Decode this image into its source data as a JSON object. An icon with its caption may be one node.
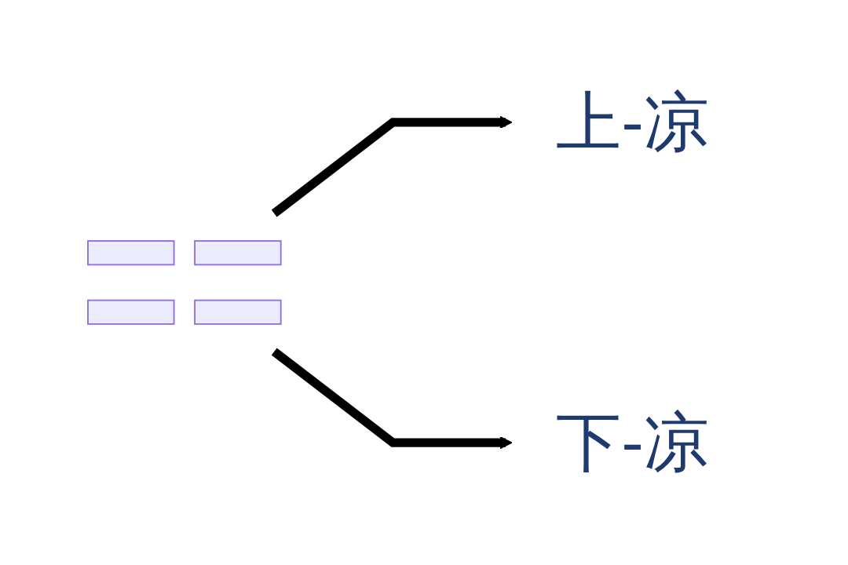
{
  "diagram": {
    "nodes": [
      {
        "text": [],
        "shape": "picture"
      },
      {
        "text": [
          "上-凉"
        ]
      },
      {
        "text": [
          "下-凉"
        ]
      }
    ],
    "edges": [
      {
        "from": 0,
        "to": 1,
        "arrow": "to"
      },
      {
        "from": 0,
        "to": 2,
        "arrow": "to"
      }
    ]
  }
}
